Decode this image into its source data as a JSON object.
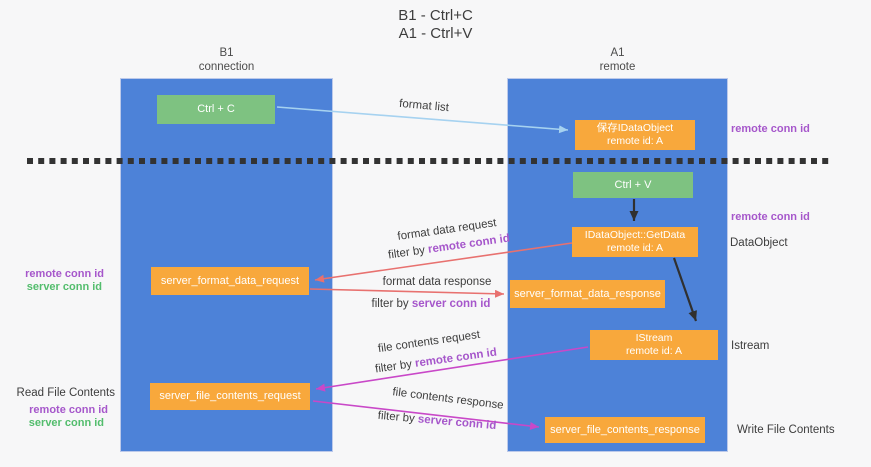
{
  "title": {
    "line1": "B1 - Ctrl+C",
    "line2": "A1 - Ctrl+V"
  },
  "lanes": {
    "left": {
      "name": "B1",
      "role": "connection"
    },
    "right": {
      "name": "A1",
      "role": "remote"
    }
  },
  "nodes": {
    "ctrl_c": "Ctrl + C",
    "ctrl_v": "Ctrl + V",
    "save_idataobject": {
      "line1": "保存IDataObject",
      "line2": "remote id: A"
    },
    "getdata": {
      "line1": "IDataObject::GetData",
      "line2": "remote id: A"
    },
    "istream": {
      "line1": "IStream",
      "line2": "remote id: A"
    },
    "server_format_data_request": "server_format_data_request",
    "server_format_data_response": "server_format_data_response",
    "server_file_contents_request": "server_file_contents_request",
    "server_file_contents_response": "server_file_contents_response"
  },
  "flow_labels": {
    "format_list": "format list",
    "format_data_request": "format data request",
    "format_data_response": "format data response",
    "file_contents_request": "file contents request",
    "file_contents_response": "file contents response",
    "filter_by": "filter by ",
    "remote_conn_id": "remote conn id",
    "server_conn_id": "server conn id"
  },
  "side_labels": {
    "left": {
      "remote_conn_id": "remote conn id",
      "server_conn_id": "server conn id",
      "read_file_contents": "Read File Contents"
    },
    "right": {
      "remote_conn_id": "remote conn id",
      "dataobject": "DataObject",
      "istream": "Istream",
      "write_file_contents": "Write File Contents"
    }
  },
  "colors": {
    "lane_blue": "#4d82d8",
    "box_orange": "#f8a83c",
    "box_green": "#7ec281",
    "purple_text": "#a657cb",
    "green_text": "#53bd6d",
    "arrow_red": "#e8716f",
    "arrow_magenta": "#c948c8",
    "arrow_light_blue": "#a6d2f0",
    "arrow_black": "#303030",
    "dashed_divider": "#333333"
  }
}
